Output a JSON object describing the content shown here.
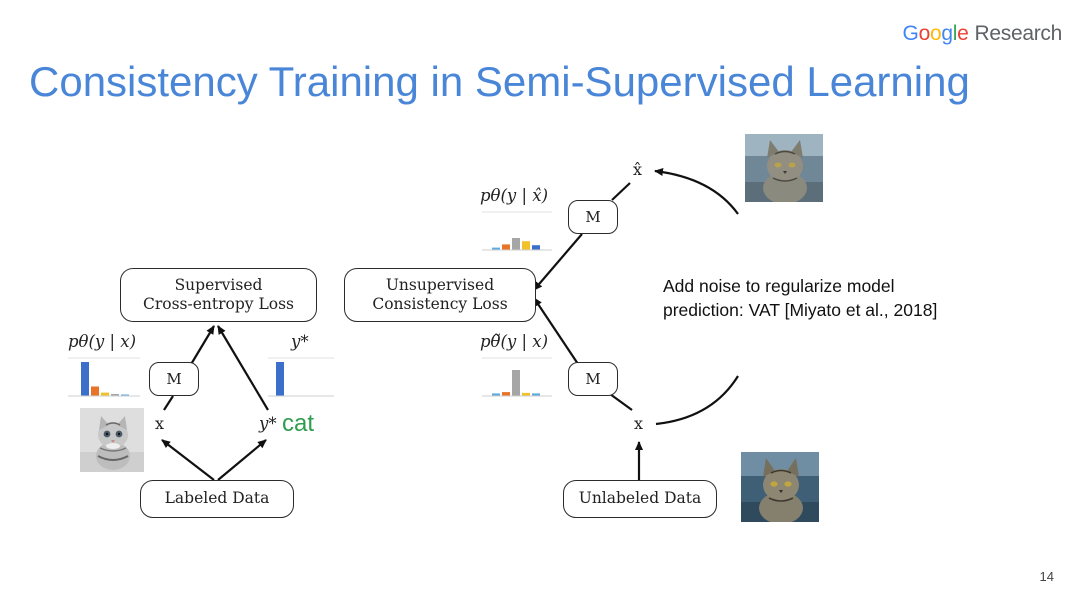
{
  "header": {
    "brand_google": [
      "G",
      "o",
      "o",
      "g",
      "l",
      "e"
    ],
    "brand_research": "Research",
    "title": "Consistency Training in Semi-Supervised Learning"
  },
  "left": {
    "loss_line1": "Supervised",
    "loss_line2": "Cross-entropy Loss",
    "model": "M",
    "data_box": "Labeled Data",
    "x_var": "x",
    "ystar_var": "y*",
    "cat_word": "cat",
    "pred_label": "pθ(y | x)",
    "target_label": "y*",
    "pred_hist": [
      1.0,
      0.28,
      0.1,
      0.06,
      0.03
    ],
    "target_hist": [
      1.0
    ]
  },
  "right": {
    "loss_line1": "Unsupervised",
    "loss_line2": "Consistency Loss",
    "model_top": "M",
    "model_bottom": "M",
    "data_box": "Unlabeled Data",
    "x_var": "x",
    "xhat_var": "x̂",
    "pred_hat_label": "pθ(y | x̂)",
    "pred_tilde_label": "pθ̃(y | x)",
    "hat_hist": [
      0.15,
      0.35,
      0.75,
      0.55,
      0.3
    ],
    "tilde_hist": [
      0.1,
      0.15,
      1.0,
      0.12,
      0.1
    ]
  },
  "note": {
    "line1": "Add noise to regularize model",
    "line2": "prediction: VAT  [Miyato et al., 2018]"
  },
  "page_number": "14",
  "colors": {
    "title": "#4a86d8",
    "cat_word": "#2e9d4e",
    "bar_blue": "#3b6fc9",
    "bar_orange": "#e8742a",
    "bar_yellow": "#f2c029",
    "bar_gray": "#a6a6a6",
    "bar_lightblue": "#5fa8e0"
  }
}
